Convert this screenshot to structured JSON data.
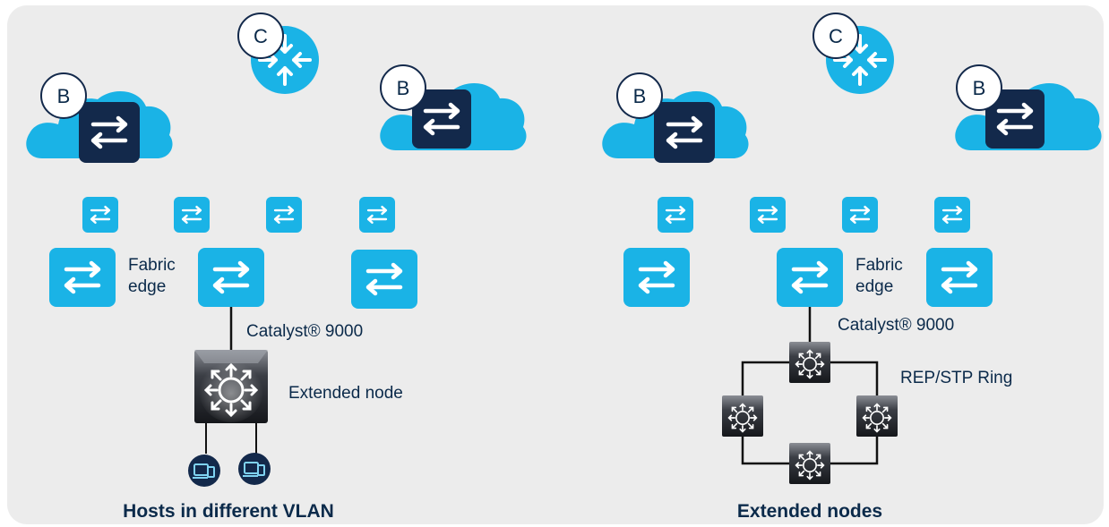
{
  "colors": {
    "panel_bg": "#ececec",
    "cloud": "#1ab3e6",
    "switch_dark": "#13294b",
    "switch_light": "#1ab3e6",
    "badge_bg": "#ffffff",
    "text": "#0b2a4a",
    "link": "#111111"
  },
  "icons": {
    "border_badge": "B",
    "control_badge": "C",
    "border_node": "cloud-switch-icon",
    "control_node": "router-icon",
    "fabric_switch": "switch-icon",
    "extended_node": "extended-node-icon",
    "host": "host-device-icon"
  },
  "left": {
    "fabric_edge_label": [
      "Fabric",
      "edge"
    ],
    "catalyst_label": "Catalyst® 9000",
    "extended_node_label": "Extended node",
    "caption": "Hosts in different VLAN"
  },
  "right": {
    "fabric_edge_label": [
      "Fabric",
      "edge"
    ],
    "catalyst_label": "Catalyst® 9000",
    "ring_label": "REP/STP Ring",
    "caption": "Extended nodes"
  }
}
